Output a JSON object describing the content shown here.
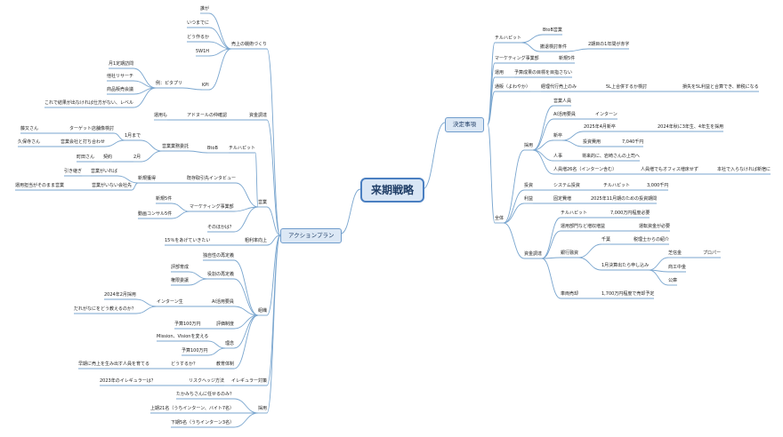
{
  "mindmap": {
    "root": "来期戦略",
    "right_branch": {
      "label": "決定事項",
      "children": [
        {
          "label": "チルハピット",
          "children": [
            {
              "label": "BtoB営業"
            },
            {
              "label": "撤退検討条件",
              "children": [
                {
                  "label": "2期目の1年間が赤字"
                }
              ]
            }
          ]
        },
        {
          "label": "マーケティング事業部",
          "children": [
            {
              "label": "新規5件"
            }
          ]
        },
        {
          "label": "運用",
          "children": [
            {
              "label": "予算成果の目標を目指さない"
            }
          ]
        },
        {
          "label": "通販（よわやか）",
          "children": [
            {
              "label": "経理代行売上のみ",
              "children": [
                {
                  "label": "5L上合併するか検討",
                  "children": [
                    {
                      "label": "損失を5L利益と合算でき、節税になる"
                    }
                  ]
                }
              ]
            }
          ]
        },
        {
          "label": "全体",
          "children": [
            {
              "label": "採用",
              "children": [
                {
                  "label": "営業人員"
                },
                {
                  "label": "AI活用要員",
                  "children": [
                    {
                      "label": "インターン"
                    }
                  ]
                },
                {
                  "label": "新卒",
                  "children": [
                    {
                      "label": "2025年4月新卒",
                      "children": [
                        {
                          "label": "2024年秋に3年生、4年生を採用"
                        }
                      ]
                    },
                    {
                      "label": "投資費用",
                      "children": [
                        {
                          "label": "7,040千円"
                        }
                      ]
                    }
                  ]
                },
                {
                  "label": "人事",
                  "children": [
                    {
                      "label": "将来的に、岩崎さんの上司へ"
                    }
                  ]
                },
                {
                  "label": "人員増26名（インターン含む）",
                  "children": [
                    {
                      "label": "人員増でもオフィス増床せず",
                      "children": [
                        {
                          "label": "本社で入らなければ新宿に"
                        }
                      ]
                    }
                  ]
                }
              ]
            },
            {
              "label": "投資",
              "children": [
                {
                  "label": "システム投資",
                  "children": [
                    {
                      "label": "チルハピット",
                      "children": [
                        {
                          "label": "3,000千円"
                        }
                      ]
                    }
                  ]
                }
              ]
            },
            {
              "label": "利益",
              "children": [
                {
                  "label": "固定費増",
                  "children": [
                    {
                      "label": "2025年11月期のための投資期間"
                    }
                  ]
                }
              ]
            },
            {
              "label": "資金調達",
              "children": [
                {
                  "label": "チルハピット",
                  "children": [
                    {
                      "label": "7,000万円程度必要"
                    }
                  ]
                },
                {
                  "label": "運用部門など増収増益",
                  "children": [
                    {
                      "label": "運転資金が必要"
                    }
                  ]
                },
                {
                  "label": "銀行融資",
                  "children": [
                    {
                      "label": "千葉",
                      "children": [
                        {
                          "label": "税理士からの紹介"
                        }
                      ]
                    },
                    {
                      "label": "1月決算出たら申し込み",
                      "children": [
                        {
                          "label": "芝信金",
                          "children": [
                            {
                              "label": "プロパー"
                            }
                          ]
                        },
                        {
                          "label": "商工中金"
                        },
                        {
                          "label": "公庫"
                        }
                      ]
                    }
                  ]
                },
                {
                  "label": "車両売却",
                  "children": [
                    {
                      "label": "1,700万円程度で売却予定"
                    }
                  ]
                }
              ]
            }
          ]
        }
      ]
    },
    "left_branch": {
      "label": "アクションプラン",
      "children": [
        {
          "label": "売上の戦術づくり",
          "children": [
            {
              "label": "誰が"
            },
            {
              "label": "いつまでに"
            },
            {
              "label": "どう作るか"
            },
            {
              "label": "5W1H"
            },
            {
              "label": "KPI",
              "children": [
                {
                  "label": "例：ピタプリ",
                  "children": [
                    {
                      "label": "月1定期訪問"
                    },
                    {
                      "label": "他社リサーチ"
                    },
                    {
                      "label": "商品販売会議"
                    },
                    {
                      "label": "これで結果が出なければ仕方がない、レベル"
                    }
                  ]
                }
              ]
            }
          ]
        },
        {
          "label": "資金調達",
          "children": [
            {
              "label": "アドヌールの仲確認",
              "children": [
                {
                  "label": "運用も"
                }
              ]
            }
          ]
        },
        {
          "label": "営業",
          "children": [
            {
              "label": "チルハピット",
              "children": [
                {
                  "label": "BtoB",
                  "children": [
                    {
                      "label": "営業業務委託",
                      "children": [
                        {
                          "label": "1月まで",
                          "children": [
                            {
                              "label": "ターゲット店舗像検討",
                              "children": [
                                {
                                  "label": "藤又さん"
                                }
                              ]
                            },
                            {
                              "label": "営業会社と打ち合わせ",
                              "children": [
                                {
                                  "label": "久保寺さん"
                                }
                              ]
                            }
                          ]
                        },
                        {
                          "label": "2月",
                          "children": [
                            {
                              "label": "契約",
                              "children": [
                                {
                                  "label": "町田さん"
                                }
                              ]
                            }
                          ]
                        }
                      ]
                    }
                  ]
                }
              ]
            },
            {
              "label": "既存取引先インタビュー",
              "children": [
                {
                  "label": "新規獲得",
                  "children": [
                    {
                      "label": "営業がいれば",
                      "children": [
                        {
                          "label": "引き継ぎ"
                        }
                      ]
                    },
                    {
                      "label": "営業がいない会社先",
                      "children": [
                        {
                          "label": "運用担当がそのまま営業"
                        }
                      ]
                    }
                  ]
                }
              ]
            },
            {
              "label": "マーケティング事業部",
              "children": [
                {
                  "label": "新規5件"
                },
                {
                  "label": "動画コンサル5件"
                }
              ]
            },
            {
              "label": "そのほかは？"
            }
          ]
        },
        {
          "label": "粗利率向上",
          "children": [
            {
              "label": "15％をあげていきたい"
            }
          ]
        },
        {
          "label": "組織",
          "children": [
            {
              "label": "独自性の再定義"
            },
            {
              "label": "役割の再定義",
              "children": [
                {
                  "label": "評部育成"
                },
                {
                  "label": "権限委譲"
                }
              ]
            },
            {
              "label": "AI活用要員",
              "children": [
                {
                  "label": "インターン生",
                  "children": [
                    {
                      "label": "2024年2月採用"
                    },
                    {
                      "label": "だれがなにをどう教えるのか？"
                    }
                  ]
                }
              ]
            },
            {
              "label": "評価制度",
              "children": [
                {
                  "label": "予算100万円"
                }
              ]
            },
            {
              "label": "理念",
              "children": [
                {
                  "label": "Mission、Visionを変える"
                },
                {
                  "label": "予算100万円"
                }
              ]
            },
            {
              "label": "教育体制",
              "children": [
                {
                  "label": "どうするか？",
                  "children": [
                    {
                      "label": "早期に売上を生み出す人員を育てる"
                    }
                  ]
                }
              ]
            }
          ]
        },
        {
          "label": "イレギュラー対策",
          "children": [
            {
              "label": "リスクヘッジ方法",
              "children": [
                {
                  "label": "2023年のイレギュラーは？"
                }
              ]
            }
          ]
        },
        {
          "label": "採用",
          "children": [
            {
              "label": "たかみちさんに任せるのみ？"
            },
            {
              "label": "上期21名（うちインターン、バイト7名）"
            },
            {
              "label": "下期5名（うちインターン3名）"
            }
          ]
        }
      ]
    }
  }
}
